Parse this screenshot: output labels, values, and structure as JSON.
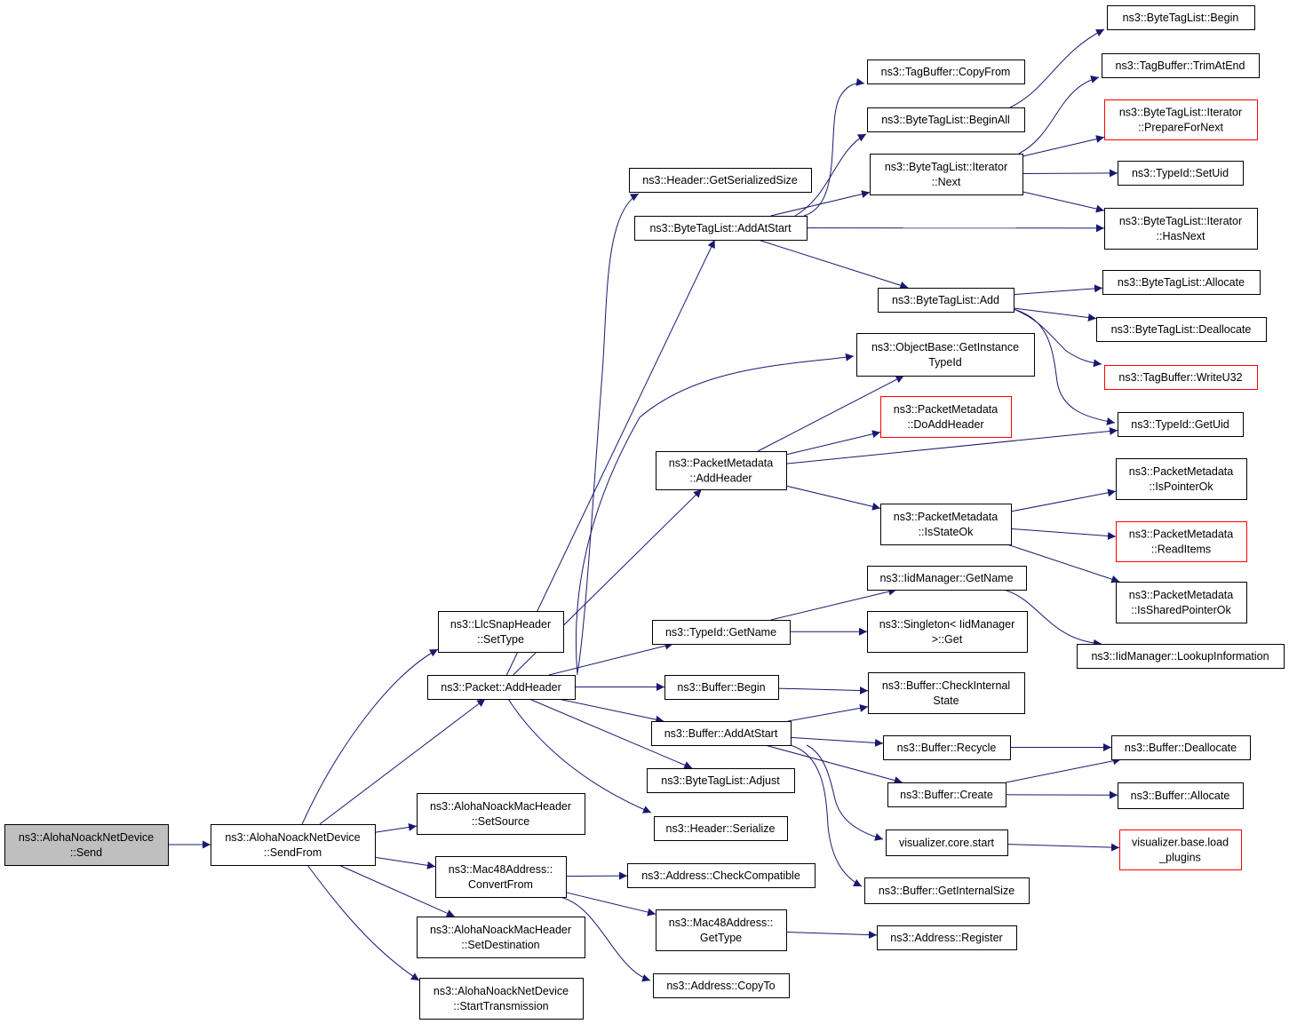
{
  "colors": {
    "edge": "#191970",
    "node_border": "#000000",
    "node_border_truncated": "#ff0000",
    "node_fill": "#ffffff",
    "root_fill": "#bfbfbf"
  },
  "nodes": [
    {
      "id": "root",
      "lines": [
        "ns3::AlohaNoackNetDevice",
        "::Send"
      ],
      "root": true
    },
    {
      "id": "sendfrom",
      "lines": [
        "ns3::AlohaNoackNetDevice",
        "::SendFrom"
      ]
    },
    {
      "id": "llc_settype",
      "lines": [
        "ns3::LlcSnapHeader",
        "::SetType"
      ]
    },
    {
      "id": "pkt_addheader",
      "lines": [
        "ns3::Packet::AddHeader"
      ]
    },
    {
      "id": "mac_setsource",
      "lines": [
        "ns3::AlohaNoackMacHeader",
        "::SetSource"
      ]
    },
    {
      "id": "mac48_convertfrom",
      "lines": [
        "ns3::Mac48Address::",
        "ConvertFrom"
      ]
    },
    {
      "id": "mac_setdest",
      "lines": [
        "ns3::AlohaNoackMacHeader",
        "::SetDestination"
      ]
    },
    {
      "id": "start_tx",
      "lines": [
        "ns3::AlohaNoackNetDevice",
        "::StartTransmission"
      ]
    },
    {
      "id": "hdr_getsersize",
      "lines": [
        "ns3::Header::GetSerializedSize"
      ]
    },
    {
      "id": "btl_addatstart",
      "lines": [
        "ns3::ByteTagList::AddAtStart"
      ]
    },
    {
      "id": "pm_addheader",
      "lines": [
        "ns3::PacketMetadata",
        "::AddHeader"
      ]
    },
    {
      "id": "typeid_getname",
      "lines": [
        "ns3::TypeId::GetName"
      ]
    },
    {
      "id": "buf_begin",
      "lines": [
        "ns3::Buffer::Begin"
      ]
    },
    {
      "id": "buf_addatstart",
      "lines": [
        "ns3::Buffer::AddAtStart"
      ]
    },
    {
      "id": "btl_adjust",
      "lines": [
        "ns3::ByteTagList::Adjust"
      ]
    },
    {
      "id": "hdr_serialize",
      "lines": [
        "ns3::Header::Serialize"
      ]
    },
    {
      "id": "addr_checkcompat",
      "lines": [
        "ns3::Address::CheckCompatible"
      ]
    },
    {
      "id": "mac48_gettype",
      "lines": [
        "ns3::Mac48Address::",
        "GetType"
      ]
    },
    {
      "id": "addr_copyto",
      "lines": [
        "ns3::Address::CopyTo"
      ]
    },
    {
      "id": "tb_copyfrom",
      "lines": [
        "ns3::TagBuffer::CopyFrom"
      ]
    },
    {
      "id": "btl_beginall",
      "lines": [
        "ns3::ByteTagList::BeginAll"
      ]
    },
    {
      "id": "btl_it_next",
      "lines": [
        "ns3::ByteTagList::Iterator",
        "::Next"
      ]
    },
    {
      "id": "btl_add",
      "lines": [
        "ns3::ByteTagList::Add"
      ]
    },
    {
      "id": "ob_getinsttypeid",
      "lines": [
        "ns3::ObjectBase::GetInstance",
        "TypeId"
      ]
    },
    {
      "id": "pm_doaddheader",
      "lines": [
        "ns3::PacketMetadata",
        "::DoAddHeader"
      ],
      "truncated": true
    },
    {
      "id": "pm_isstateok",
      "lines": [
        "ns3::PacketMetadata",
        "::IsStateOk"
      ]
    },
    {
      "id": "iid_getname",
      "lines": [
        "ns3::IidManager::GetName"
      ]
    },
    {
      "id": "singleton_get",
      "lines": [
        "ns3::Singleton< IidManager",
        ">::Get"
      ]
    },
    {
      "id": "buf_checkinternal",
      "lines": [
        "ns3::Buffer::CheckInternal",
        "State"
      ]
    },
    {
      "id": "buf_recycle",
      "lines": [
        "ns3::Buffer::Recycle"
      ]
    },
    {
      "id": "buf_create",
      "lines": [
        "ns3::Buffer::Create"
      ]
    },
    {
      "id": "viz_core_start",
      "lines": [
        "visualizer.core.start"
      ]
    },
    {
      "id": "buf_getinternalsize",
      "lines": [
        "ns3::Buffer::GetInternalSize"
      ]
    },
    {
      "id": "addr_register",
      "lines": [
        "ns3::Address::Register"
      ]
    },
    {
      "id": "btl_begin",
      "lines": [
        "ns3::ByteTagList::Begin"
      ]
    },
    {
      "id": "tb_trimatend",
      "lines": [
        "ns3::TagBuffer::TrimAtEnd"
      ]
    },
    {
      "id": "btl_it_preparefornext",
      "lines": [
        "ns3::ByteTagList::Iterator",
        "::PrepareForNext"
      ],
      "truncated": true
    },
    {
      "id": "typeid_setuid",
      "lines": [
        "ns3::TypeId::SetUid"
      ]
    },
    {
      "id": "btl_it_hasnext",
      "lines": [
        "ns3::ByteTagList::Iterator",
        "::HasNext"
      ]
    },
    {
      "id": "btl_allocate",
      "lines": [
        "ns3::ByteTagList::Allocate"
      ]
    },
    {
      "id": "btl_deallocate",
      "lines": [
        "ns3::ByteTagList::Deallocate"
      ]
    },
    {
      "id": "tb_writeu32",
      "lines": [
        "ns3::TagBuffer::WriteU32"
      ],
      "truncated": true
    },
    {
      "id": "typeid_getuid",
      "lines": [
        "ns3::TypeId::GetUid"
      ]
    },
    {
      "id": "pm_ispointerok",
      "lines": [
        "ns3::PacketMetadata",
        "::IsPointerOk"
      ]
    },
    {
      "id": "pm_readitems",
      "lines": [
        "ns3::PacketMetadata",
        "::ReadItems"
      ],
      "truncated": true
    },
    {
      "id": "pm_issharedpointerok",
      "lines": [
        "ns3::PacketMetadata",
        "::IsSharedPointerOk"
      ]
    },
    {
      "id": "iid_lookupinfo",
      "lines": [
        "ns3::IidManager::LookupInformation"
      ]
    },
    {
      "id": "buf_dealloc",
      "lines": [
        "ns3::Buffer::Deallocate"
      ]
    },
    {
      "id": "buf_allocate",
      "lines": [
        "ns3::Buffer::Allocate"
      ]
    },
    {
      "id": "viz_base_loadplugins",
      "lines": [
        "visualizer.base.load",
        "_plugins"
      ],
      "truncated": true
    }
  ],
  "edges": [
    [
      "root",
      "sendfrom"
    ],
    [
      "sendfrom",
      "llc_settype"
    ],
    [
      "sendfrom",
      "pkt_addheader"
    ],
    [
      "sendfrom",
      "mac_setsource"
    ],
    [
      "sendfrom",
      "mac48_convertfrom"
    ],
    [
      "sendfrom",
      "mac_setdest"
    ],
    [
      "sendfrom",
      "start_tx"
    ],
    [
      "pkt_addheader",
      "hdr_getsersize"
    ],
    [
      "pkt_addheader",
      "btl_addatstart"
    ],
    [
      "pkt_addheader",
      "ob_getinsttypeid"
    ],
    [
      "pkt_addheader",
      "pm_addheader"
    ],
    [
      "pkt_addheader",
      "typeid_getname"
    ],
    [
      "pkt_addheader",
      "buf_begin"
    ],
    [
      "pkt_addheader",
      "buf_addatstart"
    ],
    [
      "pkt_addheader",
      "btl_adjust"
    ],
    [
      "pkt_addheader",
      "hdr_serialize"
    ],
    [
      "mac48_convertfrom",
      "addr_checkcompat"
    ],
    [
      "mac48_convertfrom",
      "mac48_gettype"
    ],
    [
      "mac48_convertfrom",
      "addr_copyto"
    ],
    [
      "btl_addatstart",
      "tb_copyfrom"
    ],
    [
      "btl_addatstart",
      "btl_beginall"
    ],
    [
      "btl_addatstart",
      "btl_it_next"
    ],
    [
      "btl_addatstart",
      "btl_it_hasnext"
    ],
    [
      "btl_addatstart",
      "btl_add"
    ],
    [
      "btl_beginall",
      "btl_begin"
    ],
    [
      "btl_it_next",
      "tb_trimatend"
    ],
    [
      "btl_it_next",
      "btl_it_preparefornext"
    ],
    [
      "btl_it_next",
      "typeid_setuid"
    ],
    [
      "btl_it_next",
      "btl_it_hasnext"
    ],
    [
      "btl_add",
      "btl_allocate"
    ],
    [
      "btl_add",
      "btl_deallocate"
    ],
    [
      "btl_add",
      "tb_writeu32"
    ],
    [
      "btl_add",
      "typeid_getuid"
    ],
    [
      "pm_addheader",
      "ob_getinsttypeid"
    ],
    [
      "pm_addheader",
      "pm_doaddheader"
    ],
    [
      "pm_addheader",
      "typeid_getuid"
    ],
    [
      "pm_addheader",
      "pm_isstateok"
    ],
    [
      "pm_isstateok",
      "pm_ispointerok"
    ],
    [
      "pm_isstateok",
      "pm_readitems"
    ],
    [
      "pm_isstateok",
      "pm_issharedpointerok"
    ],
    [
      "typeid_getname",
      "iid_getname"
    ],
    [
      "typeid_getname",
      "singleton_get"
    ],
    [
      "iid_getname",
      "iid_lookupinfo"
    ],
    [
      "buf_begin",
      "buf_checkinternal"
    ],
    [
      "buf_addatstart",
      "buf_checkinternal"
    ],
    [
      "buf_addatstart",
      "buf_recycle"
    ],
    [
      "buf_addatstart",
      "buf_create"
    ],
    [
      "buf_addatstart",
      "viz_core_start"
    ],
    [
      "buf_addatstart",
      "buf_getinternalsize"
    ],
    [
      "buf_recycle",
      "buf_dealloc"
    ],
    [
      "buf_create",
      "buf_dealloc"
    ],
    [
      "buf_create",
      "buf_allocate"
    ],
    [
      "mac48_gettype",
      "addr_register"
    ],
    [
      "viz_core_start",
      "viz_base_loadplugins"
    ]
  ]
}
